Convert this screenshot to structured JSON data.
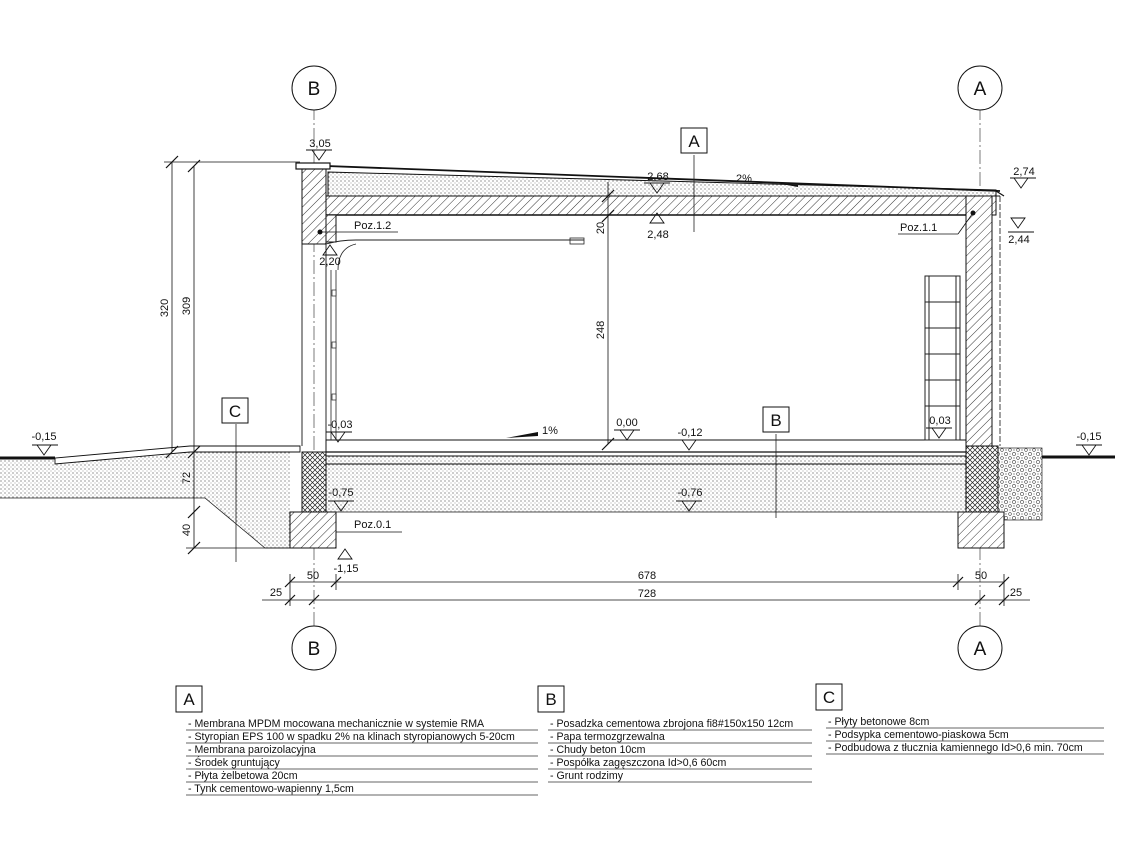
{
  "axes": {
    "left_top": "B",
    "right_top": "A",
    "left_bottom": "B",
    "right_bottom": "A"
  },
  "section_marks": {
    "roof": "A",
    "floor": "B",
    "ground": "C"
  },
  "levels": {
    "parapet_top": "3,05",
    "roof_top": "2,68",
    "roof_bottom": "2,48",
    "right_roof_top": "2,74",
    "right_roof_bottom": "2,44",
    "lintel": "2,20",
    "ground_left": "-0,15",
    "ground_right": "-0,15",
    "door_threshold": "-0,03",
    "floor_zero": "0,00",
    "floor_mid": "-0,12",
    "floor_right": "0,03",
    "foundation_top": "-0,75",
    "subbase": "-0,76",
    "foundation_bottom": "-1,15"
  },
  "slopes": {
    "roof": "2%",
    "floor": "1%"
  },
  "positions": {
    "lintel": "Poz.1.2",
    "ring_beam": "Poz.1.1",
    "foundation": "Poz.0.1"
  },
  "dimensions": {
    "total_height": "320",
    "wall_height": "309",
    "clear_height": "248",
    "slab": "20",
    "found_depth": "72",
    "footing": "40",
    "wall_left": "50",
    "inner_span": "678",
    "wall_right": "50",
    "offset_left": "25",
    "axis_span": "728",
    "offset_right": "25"
  },
  "legend": {
    "A": {
      "title": "A",
      "lines": [
        "- Membrana MPDM mocowana mechanicznie w systemie RMA",
        "- Styropian EPS 100 w spadku 2% na klinach styropianowych 5-20cm",
        "- Membrana paroizolacyjna",
        "- Środek gruntujący",
        "- Płyta żelbetowa 20cm",
        "- Tynk cementowo-wapienny 1,5cm"
      ]
    },
    "B": {
      "title": "B",
      "lines": [
        "- Posadzka cementowa zbrojona fi8#150x150 12cm",
        "- Papa termozgrzewalna",
        "- Chudy beton 10cm",
        "- Pospółka zagęszczona Id>0,6 60cm",
        "- Grunt rodzimy"
      ]
    },
    "C": {
      "title": "C",
      "lines": [
        "- Płyty betonowe 8cm",
        "- Podsypka cementowo-piaskowa 5cm",
        "- Podbudowa z tłucznia kamiennego Id>0,6 min. 70cm"
      ]
    }
  }
}
